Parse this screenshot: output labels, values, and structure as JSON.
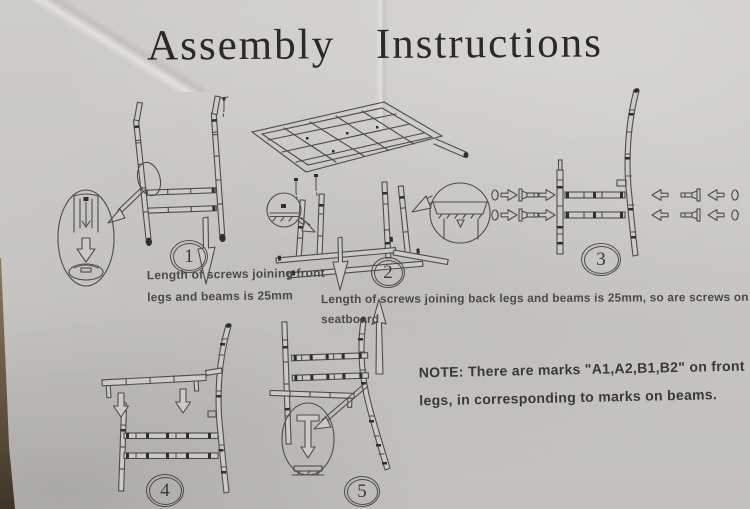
{
  "page": {
    "title": "Assembly Instructions"
  },
  "steps": [
    {
      "number": "1",
      "caption": "Length of screws joining front\nlegs and beams is 25mm"
    },
    {
      "number": "2",
      "caption": "Length of screws joining back legs and beams is 25mm, so are screws on\nseatboard"
    },
    {
      "number": "3"
    },
    {
      "number": "4"
    },
    {
      "number": "5"
    }
  ],
  "note": {
    "text": "NOTE: There are marks \"A1,A2,B1,B2\" on front\nlegs, in corresponding to marks on beams."
  }
}
